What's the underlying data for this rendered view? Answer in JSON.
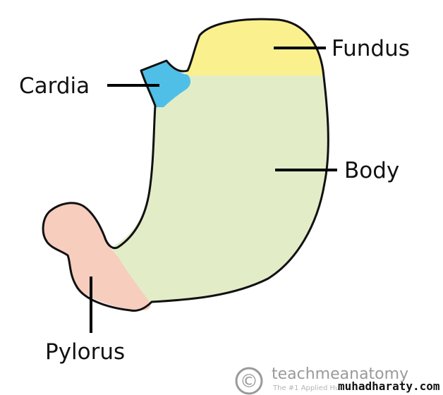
{
  "labels": {
    "fundus": "Fundus",
    "cardia": "Cardia",
    "body": "Body",
    "pylorus": "Pylorus"
  },
  "region_colors": {
    "fundus": "#faf08e",
    "cardia": "#4fbfe8",
    "body": "#e2edc8",
    "pylorus": "#f7cdbe"
  },
  "watermark": {
    "copyright_symbol": "©",
    "brand": "teachmeanatomy",
    "tagline": "The #1 Applied Hu",
    "site": "muhadharaty.com"
  }
}
